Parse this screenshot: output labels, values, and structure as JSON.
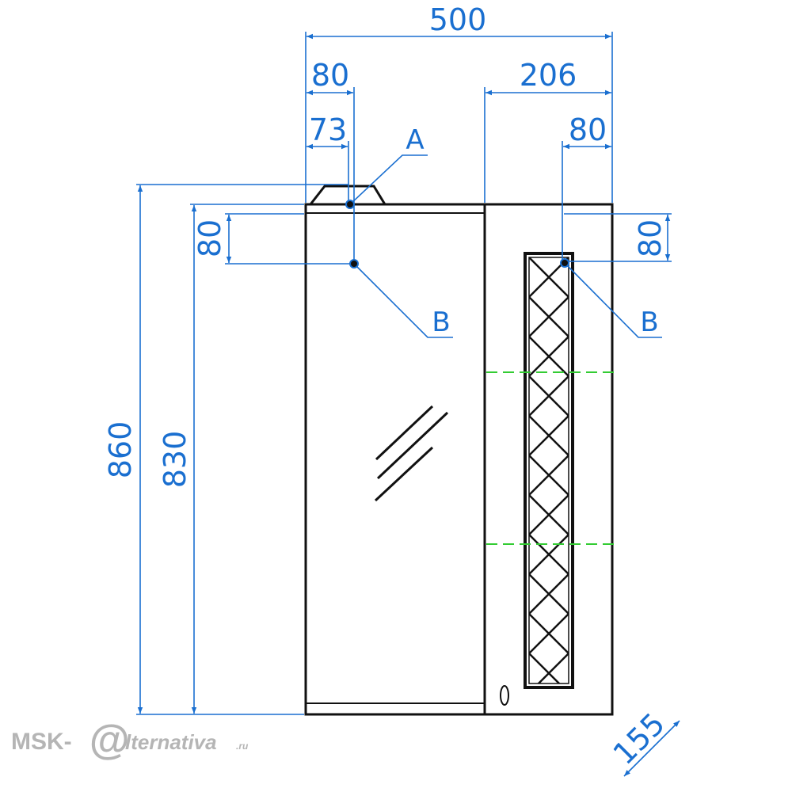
{
  "dimensions": {
    "total_width": "500",
    "left_offset_80": "80",
    "left_offset_73": "73",
    "right_width": "206",
    "right_offset_80": "80",
    "left_vertical_80": "80",
    "right_vertical_80": "80",
    "total_height": "860",
    "body_height": "830",
    "depth": "155"
  },
  "labels": {
    "point_a": "A",
    "point_b_left": "B",
    "point_b_right": "B"
  },
  "watermark": {
    "prefix": "MSK-",
    "at": "@",
    "suffix": "lternativa",
    "domain": ".ru"
  },
  "colors": {
    "dimension": "#1a6fd0",
    "outline": "#111111",
    "shelf_guides": "#33cc33",
    "watermark": "#b5b5b5"
  }
}
